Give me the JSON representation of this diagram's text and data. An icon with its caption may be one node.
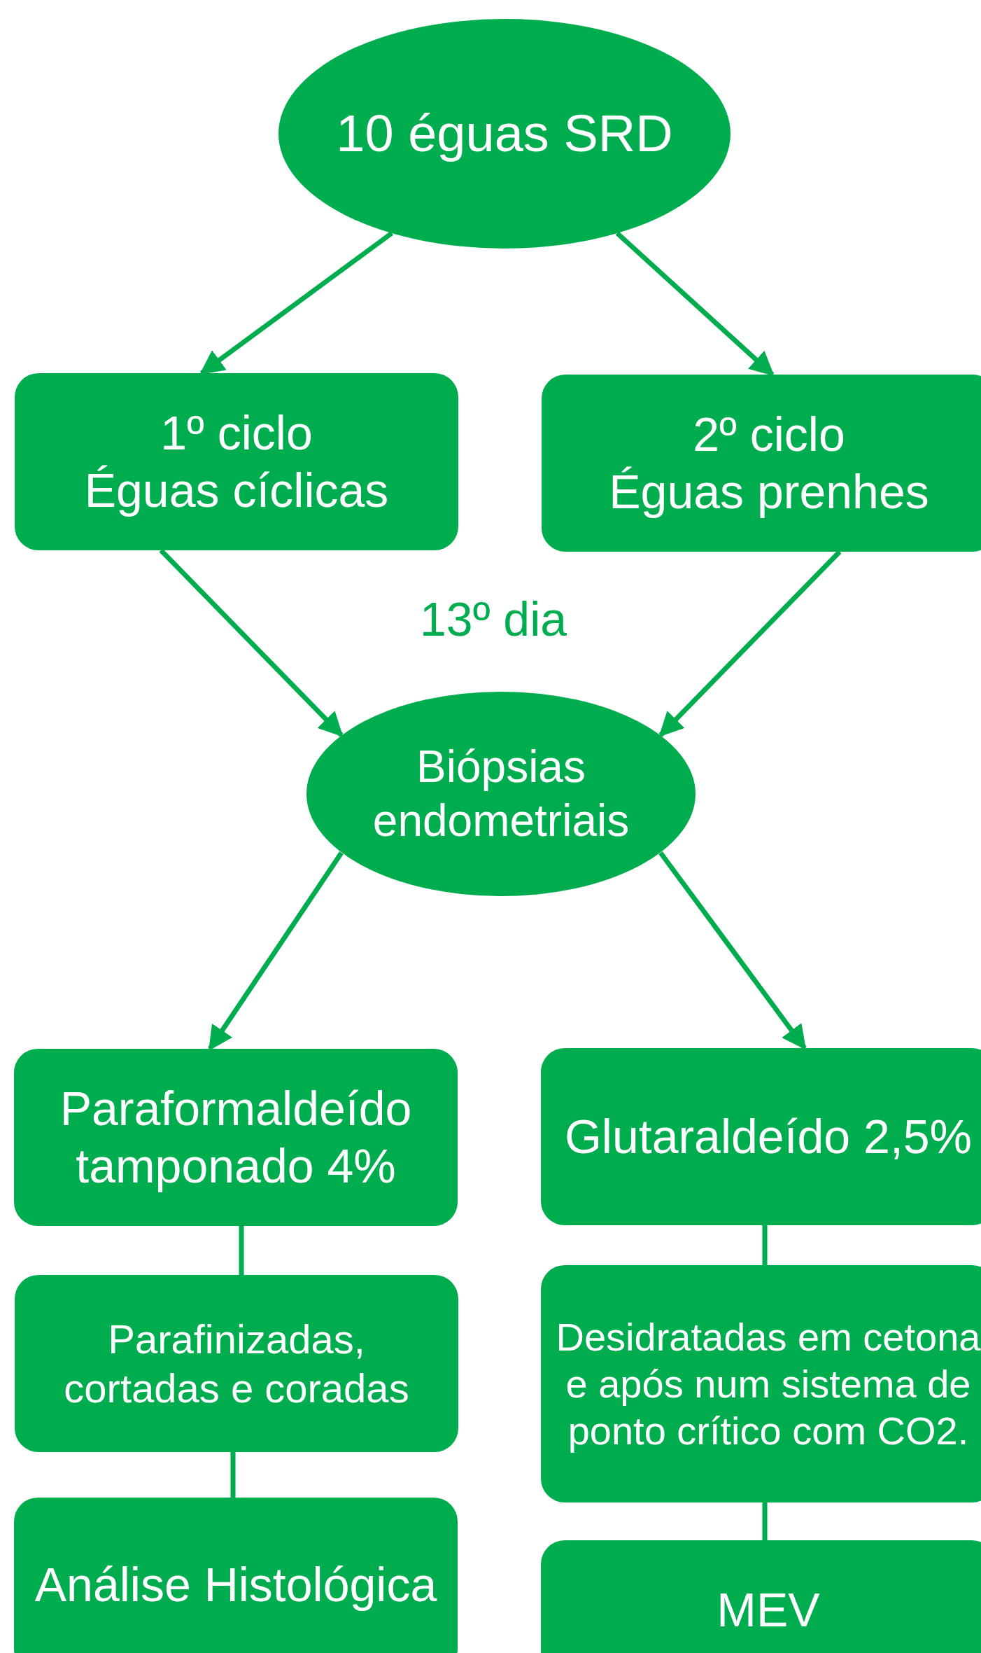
{
  "diagram": {
    "nodes": [
      {
        "text": [
          "10 éguas SRD"
        ]
      },
      {
        "text": [
          "1º ciclo",
          "Éguas cíclicas"
        ]
      },
      {
        "text": [
          "2º ciclo",
          "Éguas prenhes"
        ]
      },
      {
        "text": [
          "Biópsias endometriais"
        ]
      },
      {
        "text": [
          "Paraformaldeído tamponado 4%"
        ]
      },
      {
        "text": [
          "Glutaraldeído 2,5%"
        ]
      },
      {
        "text": [
          "Parafinizadas, cortadas e coradas"
        ]
      },
      {
        "text": [
          "Desidratadas em cetona e após num sistema de ponto crítico com CO2."
        ]
      },
      {
        "text": [
          "Análise Histológica"
        ]
      },
      {
        "text": [
          "MEV"
        ]
      }
    ],
    "edges": [
      {
        "from": 0,
        "to": 1,
        "arrow": "to"
      },
      {
        "from": 0,
        "to": 2,
        "arrow": "to"
      },
      {
        "from": 1,
        "to": 3,
        "arrow": "to"
      },
      {
        "from": 2,
        "to": 3,
        "arrow": "to"
      },
      {
        "from": 3,
        "to": 4,
        "arrow": "to"
      },
      {
        "from": 3,
        "to": 5,
        "arrow": "to"
      },
      {
        "from": 4,
        "to": 6,
        "arrow": "none"
      },
      {
        "from": 6,
        "to": 8,
        "arrow": "none"
      },
      {
        "from": 5,
        "to": 7,
        "arrow": "none"
      },
      {
        "from": 7,
        "to": 9,
        "arrow": "none"
      }
    ],
    "labels": [
      "13º dia"
    ]
  }
}
